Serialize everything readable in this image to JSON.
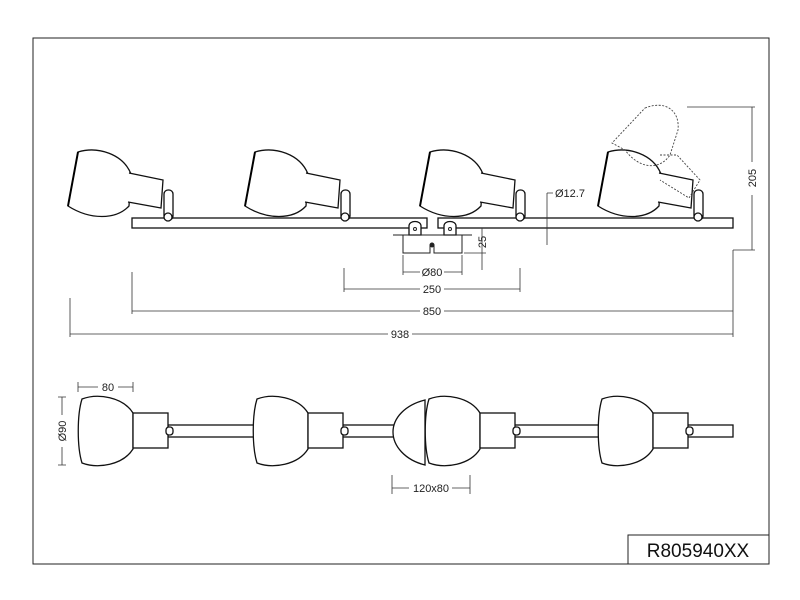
{
  "drawing": {
    "product_code": "R805940XX",
    "front_view": {
      "dimensions": {
        "canopy_diameter": "Ø80",
        "canopy_width": "250",
        "bar_length": "850",
        "total_length": "938",
        "canopy_height": "25",
        "bar_diameter": "Ø12.7",
        "total_height": "205"
      }
    },
    "top_view": {
      "dimensions": {
        "shade_length": "80",
        "shade_diameter": "Ø90",
        "swivel_range": "120x80"
      }
    }
  }
}
